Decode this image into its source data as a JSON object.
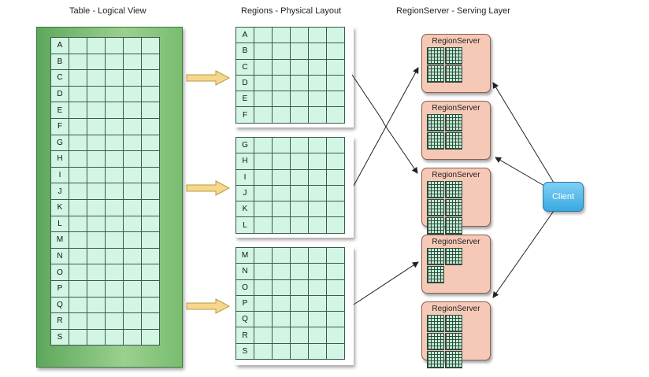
{
  "titles": {
    "logical": "Table - Logical View",
    "physical": "Regions - Physical Layout",
    "serving": "RegionServer - Serving Layer"
  },
  "table_keys": [
    "A",
    "B",
    "C",
    "D",
    "E",
    "F",
    "G",
    "H",
    "I",
    "J",
    "K",
    "L",
    "M",
    "N",
    "O",
    "P",
    "Q",
    "R",
    "S"
  ],
  "regions": [
    {
      "keys": [
        "A",
        "B",
        "C",
        "D",
        "E",
        "F"
      ]
    },
    {
      "keys": [
        "G",
        "H",
        "I",
        "J",
        "K",
        "L"
      ]
    },
    {
      "keys": [
        "M",
        "N",
        "O",
        "P",
        "Q",
        "R",
        "S"
      ]
    }
  ],
  "servers": [
    {
      "label": "RegionServer",
      "tiles": 4
    },
    {
      "label": "RegionServer",
      "tiles": 4
    },
    {
      "label": "RegionServer",
      "tiles": 6
    },
    {
      "label": "RegionServer",
      "tiles": 3
    },
    {
      "label": "RegionServer",
      "tiles": 6
    }
  ],
  "client_label": "Client",
  "colors": {
    "cell": "#d2f5e4",
    "table_green": "#7ec276",
    "arrow_fill": "#f5d88a",
    "server_fill": "#f6c9b6",
    "client_fill": "#5fbdee"
  }
}
